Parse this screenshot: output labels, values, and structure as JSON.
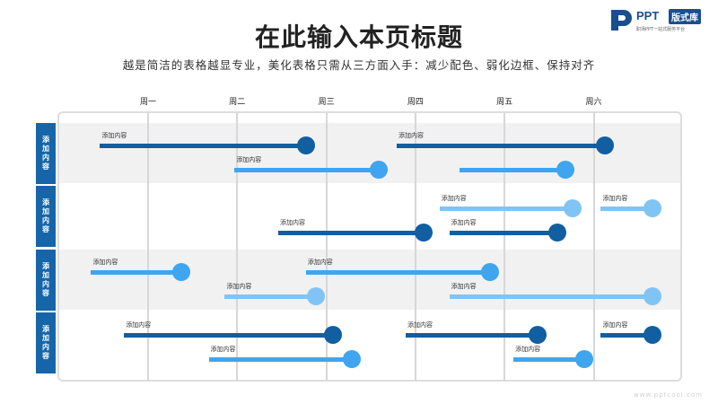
{
  "title": "在此输入本页标题",
  "subtitle": "越是简洁的表格越显专业，美化表格只需从三方面入手：减少配色、弱化边框、保持对齐",
  "logo": {
    "text": "PPT",
    "badge": "版式库",
    "tagline": "职场PPT一站式服务平台"
  },
  "days": [
    "周一",
    "周二",
    "周三",
    "周四",
    "周五",
    "周六"
  ],
  "rows": [
    {
      "label": "添加内容"
    },
    {
      "label": "添加内容"
    },
    {
      "label": "添加内容"
    },
    {
      "label": "添加内容"
    }
  ],
  "colors": {
    "dark": "#115ea0",
    "mid": "#3fa5ee",
    "light": "#80c4f5"
  },
  "bars": [
    {
      "row": 0,
      "lane": 0,
      "start": -0.54,
      "end": 1.77,
      "tone": "dark",
      "label": "添加内容"
    },
    {
      "row": 0,
      "lane": 0,
      "start": 2.79,
      "end": 5.13,
      "tone": "dark",
      "label": "添加内容"
    },
    {
      "row": 0,
      "lane": 1,
      "start": 0.97,
      "end": 2.59,
      "tone": "mid",
      "label": "添加内容"
    },
    {
      "row": 0,
      "lane": 1,
      "start": 3.49,
      "end": 4.68,
      "tone": "mid",
      "label": ""
    },
    {
      "row": 1,
      "lane": 0,
      "start": 3.27,
      "end": 4.76,
      "tone": "light",
      "label": "添加内容"
    },
    {
      "row": 1,
      "lane": 0,
      "start": 5.08,
      "end": 5.66,
      "tone": "light",
      "label": "添加内容"
    },
    {
      "row": 1,
      "lane": 1,
      "start": 1.46,
      "end": 3.09,
      "tone": "dark",
      "label": "添加内容"
    },
    {
      "row": 1,
      "lane": 1,
      "start": 3.38,
      "end": 4.59,
      "tone": "dark",
      "label": "添加内容"
    },
    {
      "row": 2,
      "lane": 0,
      "start": -0.64,
      "end": 0.37,
      "tone": "mid",
      "label": "添加内容"
    },
    {
      "row": 2,
      "lane": 0,
      "start": 1.77,
      "end": 3.84,
      "tone": "mid",
      "label": "添加内容"
    },
    {
      "row": 2,
      "lane": 1,
      "start": 0.86,
      "end": 1.88,
      "tone": "light",
      "label": "添加内容"
    },
    {
      "row": 2,
      "lane": 1,
      "start": 3.38,
      "end": 5.66,
      "tone": "light",
      "label": "添加内容"
    },
    {
      "row": 3,
      "lane": 0,
      "start": -0.27,
      "end": 2.07,
      "tone": "dark",
      "label": "添加内容"
    },
    {
      "row": 3,
      "lane": 0,
      "start": 2.89,
      "end": 4.37,
      "tone": "dark",
      "label": "添加内容"
    },
    {
      "row": 3,
      "lane": 0,
      "start": 5.08,
      "end": 5.66,
      "tone": "dark",
      "label": "添加内容"
    },
    {
      "row": 3,
      "lane": 1,
      "start": 0.68,
      "end": 2.29,
      "tone": "mid",
      "label": "添加内容"
    },
    {
      "row": 3,
      "lane": 1,
      "start": 4.1,
      "end": 4.89,
      "tone": "mid",
      "label": "添加内容"
    }
  ],
  "watermark": "www.pptcool.com"
}
